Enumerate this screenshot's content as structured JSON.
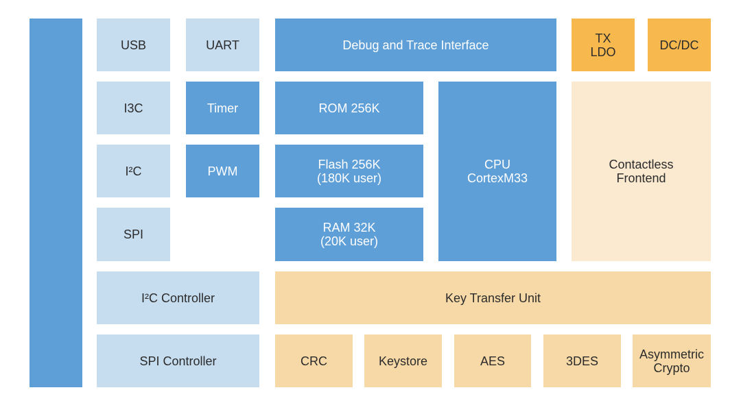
{
  "blocks": {
    "usb": "USB",
    "uart": "UART",
    "debug": "Debug and Trace Interface",
    "tx_ldo": [
      "TX",
      "LDO"
    ],
    "dcdc": "DC/DC",
    "i3c": "I3C",
    "timer": "Timer",
    "rom": "ROM 256K",
    "cpu": [
      "CPU",
      "CortexM33"
    ],
    "contactless": [
      "Contactless",
      "Frontend"
    ],
    "i2c": "I²C",
    "pwm": "PWM",
    "flash": [
      "Flash 256K",
      "(180K user)"
    ],
    "spi": "SPI",
    "ram": [
      "RAM 32K",
      "(20K user)"
    ],
    "i2c_controller": "I²C Controller",
    "key_transfer": "Key Transfer Unit",
    "spi_controller": "SPI Controller",
    "crc": "CRC",
    "keystore": "Keystore",
    "aes": "AES",
    "des3": "3DES",
    "asym": [
      "Asymmetric",
      "Crypto"
    ]
  },
  "colors": {
    "light_blue": "#c6dcef",
    "medium_blue": "#5f9fd8",
    "orange": "#f7b84e",
    "light_orange": "#f6d9a6",
    "pale_orange": "#fbe9d0"
  }
}
